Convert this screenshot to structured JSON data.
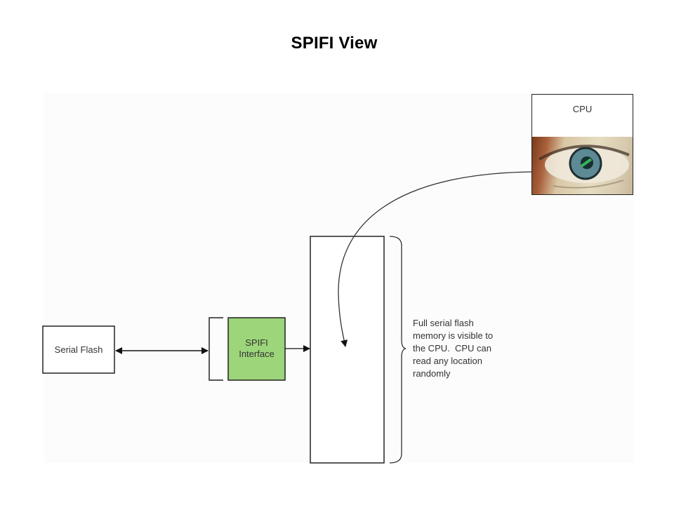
{
  "slide": {
    "title": "SPIFI View"
  },
  "diagram": {
    "nodes": {
      "serial_flash": {
        "label": "Serial Flash"
      },
      "spifi_interface": {
        "label_line1": "SPIFI",
        "label_line2": "Interface",
        "fill": "#9dd57a"
      },
      "cpu": {
        "label": "CPU",
        "image": "eye-photo"
      },
      "memory_map": {
        "label": ""
      }
    },
    "annotation": {
      "lines": [
        "Full serial flash",
        "memory is visible to",
        "the CPU.  CPU can",
        "read any location",
        "randomly"
      ]
    },
    "edges": [
      {
        "from": "serial_flash",
        "to": "spifi_interface",
        "type": "bidirectional-arrow"
      },
      {
        "from": "spifi_interface",
        "to": "memory_map",
        "type": "arrow"
      },
      {
        "from": "cpu",
        "to": "memory_map",
        "type": "curved-arrow"
      }
    ],
    "colors": {
      "line": "#222222",
      "text": "#333333",
      "panel": "#fcfcfc"
    }
  }
}
